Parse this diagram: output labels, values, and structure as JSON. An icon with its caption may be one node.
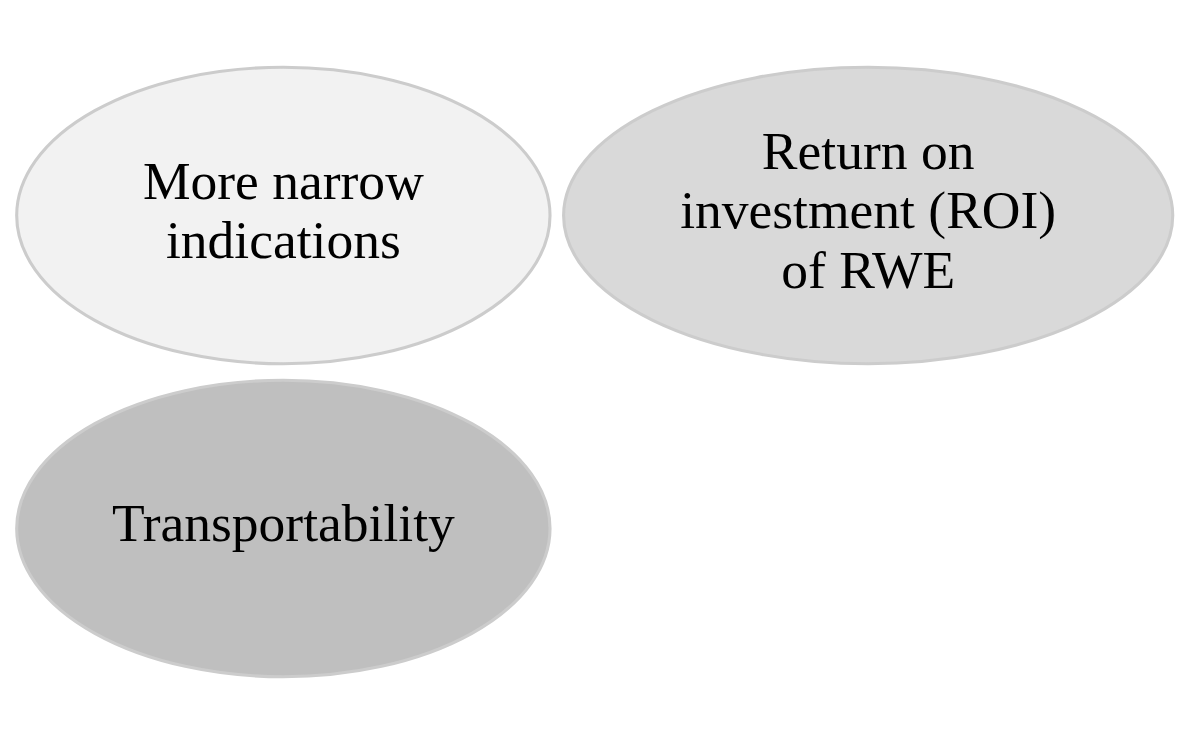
{
  "diagram": {
    "nodes": [
      {
        "text": [
          "More narrow indications"
        ]
      },
      {
        "text": [
          "Return on investment (ROI) of RWE"
        ]
      },
      {
        "text": [
          "Transportability"
        ]
      }
    ]
  }
}
